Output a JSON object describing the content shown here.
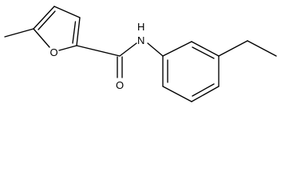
{
  "structure": {
    "atoms": {
      "furan_oxygen": "O",
      "carbonyl_oxygen": "O",
      "amide_nitrogen": "N",
      "amide_hydrogen": "H"
    }
  },
  "colors": {
    "bond": "#000000",
    "label": "#000000",
    "background": "#ffffff"
  }
}
